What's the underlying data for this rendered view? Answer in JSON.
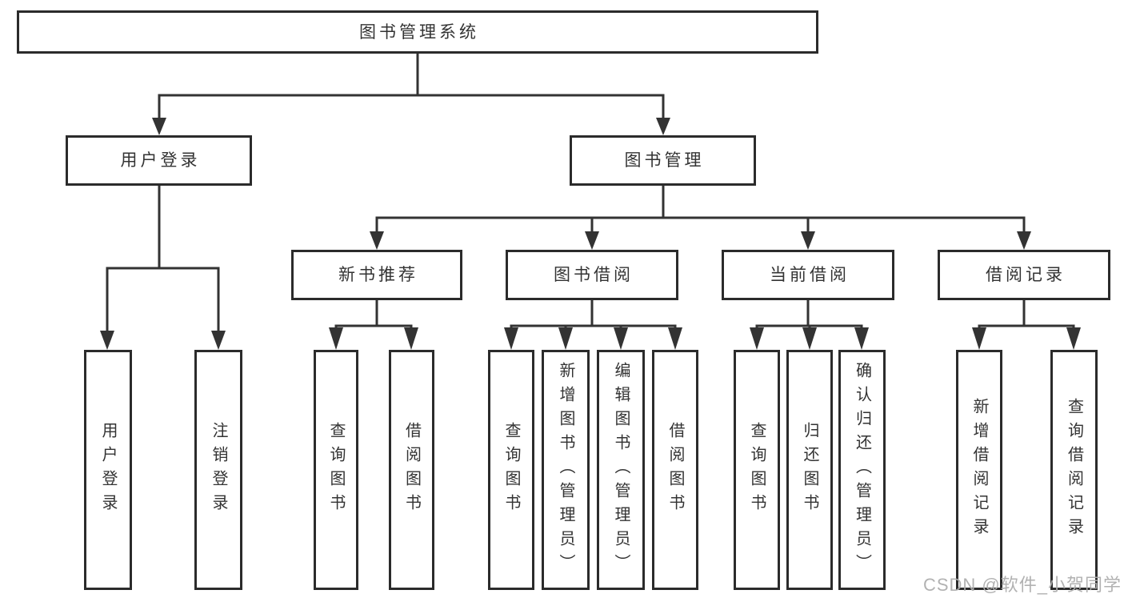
{
  "tree": {
    "root": {
      "label": "图书管理系统",
      "children": [
        {
          "label": "用户登录",
          "children": [
            {
              "label": "用户登录"
            },
            {
              "label": "注销登录"
            }
          ]
        },
        {
          "label": "图书管理",
          "children": [
            {
              "label": "新书推荐",
              "children": [
                {
                  "label": "查询图书"
                },
                {
                  "label": "借阅图书"
                }
              ]
            },
            {
              "label": "图书借阅",
              "children": [
                {
                  "label": "查询图书"
                },
                {
                  "label": "新增图书（管理员）"
                },
                {
                  "label": "编辑图书（管理员）"
                },
                {
                  "label": "借阅图书"
                }
              ]
            },
            {
              "label": "当前借阅",
              "children": [
                {
                  "label": "查询图书"
                },
                {
                  "label": "归还图书"
                },
                {
                  "label": "确认归还（管理员）"
                }
              ]
            },
            {
              "label": "借阅记录",
              "children": [
                {
                  "label": "新增借阅记录"
                },
                {
                  "label": "查询借阅记录"
                }
              ]
            }
          ]
        }
      ]
    }
  },
  "watermark": {
    "text": "CSDN @软件_小贺同学"
  },
  "colors": {
    "line": "#333333",
    "box_border": "#2b2b2b",
    "text": "#333333",
    "watermark": "#aeaeae",
    "background": "#ffffff"
  }
}
